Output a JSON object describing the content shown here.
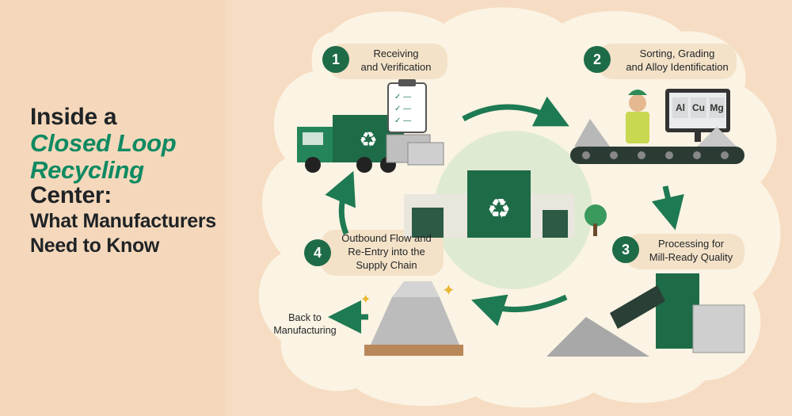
{
  "title": {
    "line1": "Inside a",
    "line2": "Closed Loop",
    "line3": "Recycling",
    "line4": "Center:",
    "line5": "What Manufacturers",
    "line6": "Need to Know"
  },
  "steps": [
    {
      "number": "1",
      "label_line1": "Receiving",
      "label_line2": "and Verification"
    },
    {
      "number": "2",
      "label_line1": "Sorting, Grading",
      "label_line2": "and Alloy Identification"
    },
    {
      "number": "3",
      "label_line1": "Processing for",
      "label_line2": "Mill-Ready Quality"
    },
    {
      "number": "4",
      "label_line1": "Outbound Flow and",
      "label_line2": "Re-Entry into the",
      "label_line3": "Supply Chain"
    }
  ],
  "elements": [
    "Al",
    "Cu",
    "Mg"
  ],
  "back_label": {
    "line1": "Back to",
    "line2": "Manufacturing"
  },
  "colors": {
    "accent": "#0f8a62",
    "dark_green": "#1e6b48",
    "background": "#f6dcc2",
    "cloud": "#fbf3e3"
  },
  "icons": [
    "recycle-icon",
    "truck-icon",
    "clipboard-icon",
    "worker-icon",
    "monitor-icon",
    "conveyor-icon",
    "building-icon",
    "tree-icon",
    "shredder-icon",
    "ingot-stack-icon",
    "arrow-icon",
    "sparkle-icon"
  ]
}
